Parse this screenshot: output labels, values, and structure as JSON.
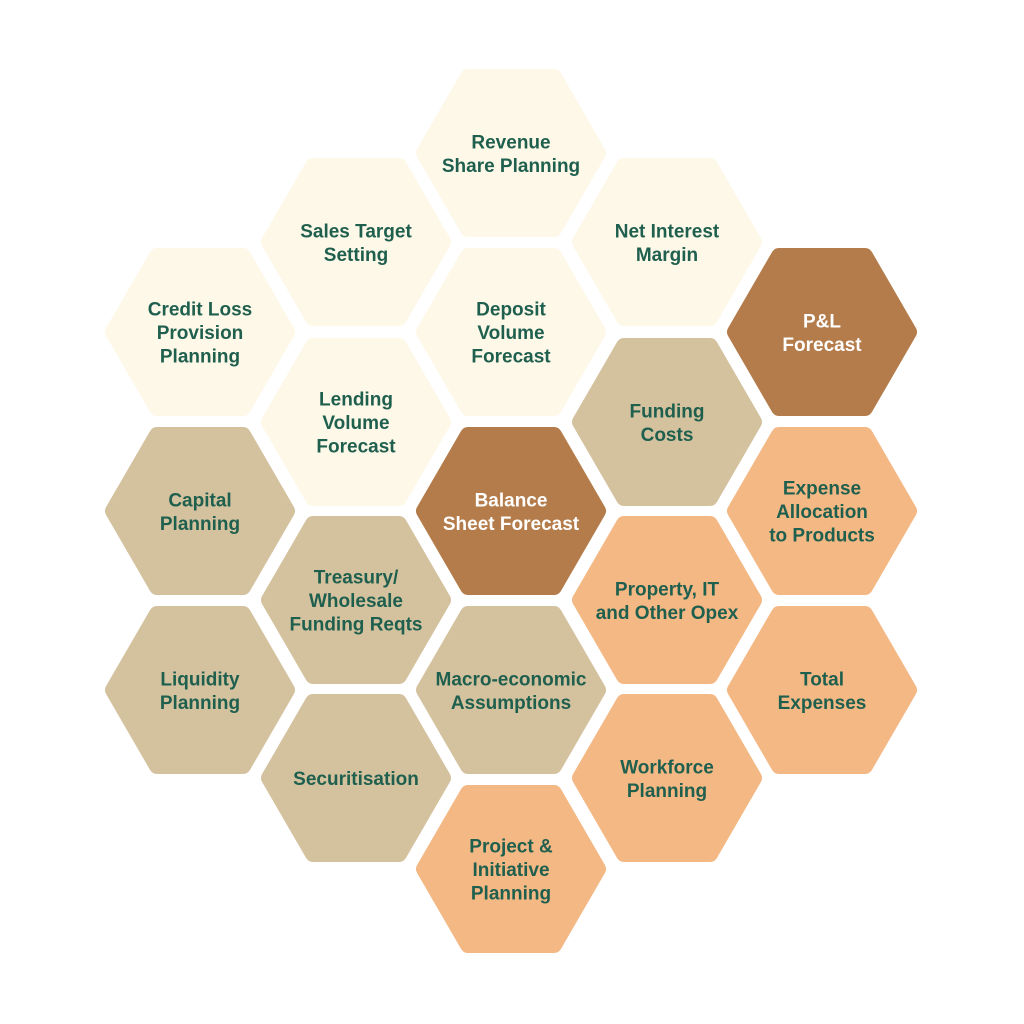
{
  "colors": {
    "cream": "#FEF8E9",
    "tan": "#D4C29F",
    "brown": "#B47C4A",
    "orange": "#F4B885",
    "text_dark": "#1F5F4E",
    "text_light": "#FFFFFF"
  },
  "hexes": [
    {
      "id": "revenue-share-planning",
      "lines": [
        "Revenue",
        "Share Planning"
      ],
      "category": "cream"
    },
    {
      "id": "sales-target-setting",
      "lines": [
        "Sales Target",
        "Setting"
      ],
      "category": "cream"
    },
    {
      "id": "net-interest-margin",
      "lines": [
        "Net Interest",
        "Margin"
      ],
      "category": "cream"
    },
    {
      "id": "credit-loss-provision-planning",
      "lines": [
        "Credit Loss",
        "Provision",
        "Planning"
      ],
      "category": "cream"
    },
    {
      "id": "deposit-volume-forecast",
      "lines": [
        "Deposit",
        "Volume",
        "Forecast"
      ],
      "category": "cream"
    },
    {
      "id": "pl-forecast",
      "lines": [
        "P&L",
        "Forecast"
      ],
      "category": "brown"
    },
    {
      "id": "lending-volume-forecast",
      "lines": [
        "Lending",
        "Volume",
        "Forecast"
      ],
      "category": "cream"
    },
    {
      "id": "funding-costs",
      "lines": [
        "Funding",
        "Costs"
      ],
      "category": "tan"
    },
    {
      "id": "capital-planning",
      "lines": [
        "Capital",
        "Planning"
      ],
      "category": "tan"
    },
    {
      "id": "balance-sheet-forecast",
      "lines": [
        "Balance",
        "Sheet Forecast"
      ],
      "category": "brown"
    },
    {
      "id": "expense-allocation-to-products",
      "lines": [
        "Expense",
        "Allocation",
        "to Products"
      ],
      "category": "orange"
    },
    {
      "id": "treasury-wholesale-funding-reqts",
      "lines": [
        "Treasury/",
        "Wholesale",
        "Funding Reqts"
      ],
      "category": "tan"
    },
    {
      "id": "property-it-other-opex",
      "lines": [
        "Property, IT",
        "and Other Opex"
      ],
      "category": "orange"
    },
    {
      "id": "liquidity-planning",
      "lines": [
        "Liquidity",
        "Planning"
      ],
      "category": "tan"
    },
    {
      "id": "macro-economic-assumptions",
      "lines": [
        "Macro-economic",
        "Assumptions"
      ],
      "category": "tan"
    },
    {
      "id": "total-expenses",
      "lines": [
        "Total",
        "Expenses"
      ],
      "category": "orange"
    },
    {
      "id": "securitisation",
      "lines": [
        "Securitisation"
      ],
      "category": "tan"
    },
    {
      "id": "workforce-planning",
      "lines": [
        "Workforce",
        "Planning"
      ],
      "category": "orange"
    },
    {
      "id": "project-initiative-planning",
      "lines": [
        "Project &",
        "Initiative",
        "Planning"
      ],
      "category": "orange"
    }
  ]
}
